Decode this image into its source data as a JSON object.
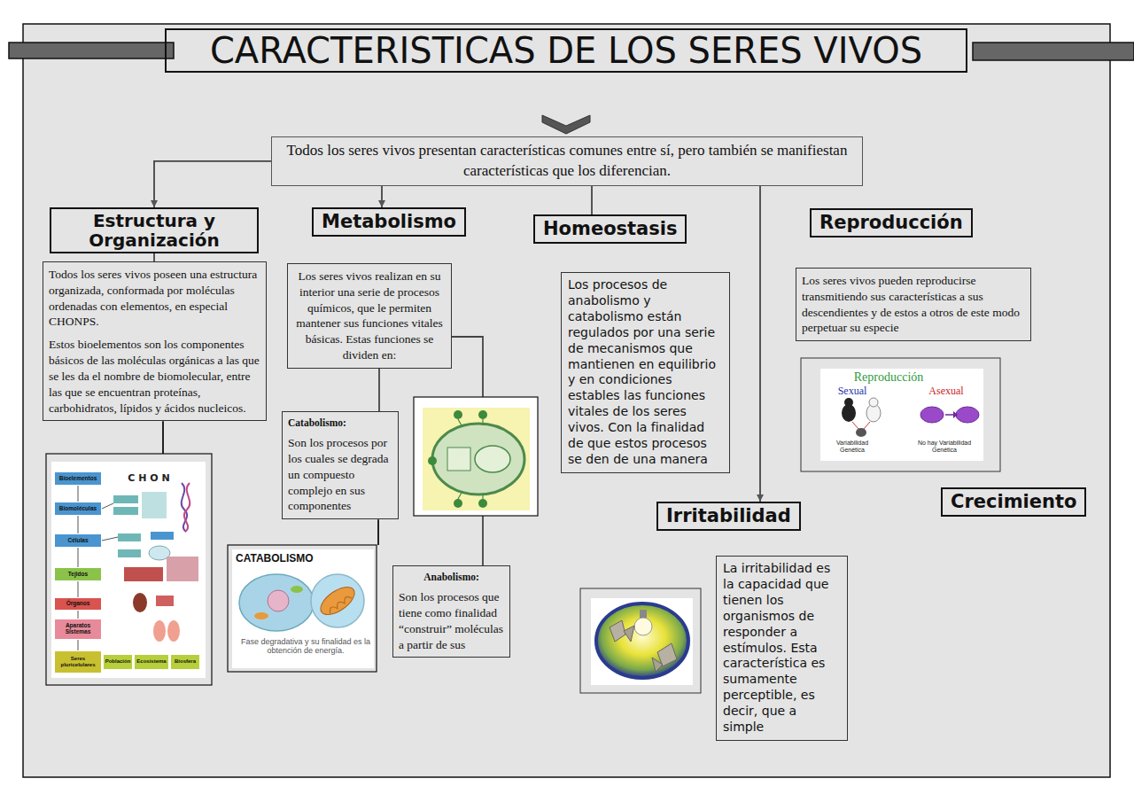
{
  "diagram": {
    "title": "CARACTERISTICAS DE LOS SERES VIVOS",
    "nodes": [
      {
        "text": [
          "Todos los seres vivos presentan características comunes entre sí, pero también se manifiestan características que los diferencian."
        ]
      },
      {
        "text": [
          "Estructura y Organización"
        ]
      },
      {
        "text": [
          "Todos los seres vivos poseen una estructura organizada, conformada por moléculas ordenadas con elementos, en especial CHONPS.",
          "Estos bioelementos son los componentes básicos de las moléculas orgánicas a las que se les da el nombre de biomolecular, entre las que se encuentran proteínas, carbohidratos, lípidos y ácidos nucleicos."
        ]
      },
      {
        "text": [
          "Metabolismo"
        ]
      },
      {
        "text": [
          "Los seres vivos realizan en su interior una serie de procesos químicos, que le permiten mantener sus funciones vitales básicas. Estas funciones se dividen en:"
        ]
      },
      {
        "text": [
          "Catabolismo:",
          "Son los procesos por los cuales se degrada un compuesto complejo en sus componentes"
        ]
      },
      {
        "text": [
          "Anabolismo:",
          "Son los procesos que tiene como finalidad “construir” moléculas a partir de sus"
        ]
      },
      {
        "text": [
          "Homeostasis"
        ]
      },
      {
        "text": [
          "Los procesos de anabolismo y catabolismo están regulados por una serie de mecanismos que mantienen en equilibrio y en condiciones estables las funciones vitales de los seres vivos. Con la finalidad de que estos procesos se den de una manera"
        ]
      },
      {
        "text": [
          "Reproducción"
        ]
      },
      {
        "text": [
          "Los seres vivos pueden reproducirse transmitiendo sus características a sus descendientes y de estos a otros de este modo perpetuar su especie"
        ]
      },
      {
        "text": [
          "Irritabilidad"
        ]
      },
      {
        "text": [
          "La irritabilidad es la capacidad que tienen los organismos de responder a estímulos. Esta característica es sumamente perceptible, es decir, que a simple"
        ]
      },
      {
        "text": [
          "Crecimiento"
        ]
      }
    ],
    "edges": [
      {
        "from": 0,
        "to": 1,
        "arrow": "to"
      },
      {
        "from": 0,
        "to": 3,
        "arrow": "to"
      },
      {
        "from": 0,
        "to": 7,
        "arrow": "none"
      },
      {
        "from": 0,
        "to": 11,
        "arrow": "to"
      },
      {
        "from": 1,
        "to": 2,
        "arrow": "none"
      },
      {
        "from": 4,
        "to": 5,
        "arrow": "none"
      },
      {
        "from": 4,
        "to": 6,
        "arrow": "none"
      }
    ],
    "labels": [
      "C H O N",
      "Bioelementos",
      "Biomoléculas",
      "Células",
      "Tejidos",
      "Órganos",
      "Aparatos Sistemas",
      "Seres pluricelulares",
      "Población",
      "Ecosistema",
      "Biosfera",
      "CATABOLISMO",
      "Fase degradativa y su finalidad es la obtención de energía.",
      "Reproducción",
      "Sexual",
      "Asexual",
      "Variabilidad Genética",
      "No hay Variabilidad Genética"
    ]
  }
}
